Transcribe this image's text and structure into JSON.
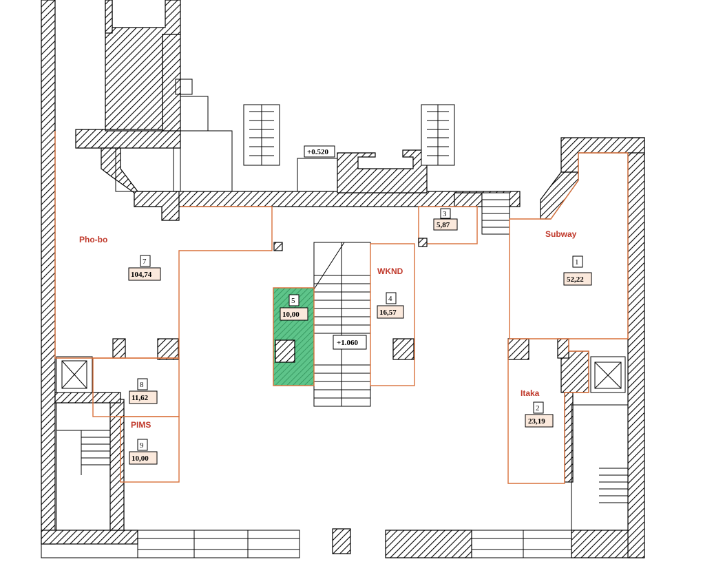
{
  "tenants": {
    "phobo": "Pho-bo",
    "subway": "Subway",
    "wknd": "WKND",
    "itaka": "Itaka",
    "pims": "PIMS"
  },
  "rooms": [
    {
      "id": "r1",
      "number": "1",
      "area": "52,22"
    },
    {
      "id": "r2",
      "number": "2",
      "area": "23,19"
    },
    {
      "id": "r3",
      "number": "3",
      "area": "5,87"
    },
    {
      "id": "r4",
      "number": "4",
      "area": "16,57"
    },
    {
      "id": "r5",
      "number": "5",
      "area": "10,00"
    },
    {
      "id": "r7",
      "number": "7",
      "area": "104,74"
    },
    {
      "id": "r8",
      "number": "8",
      "area": "11,62"
    },
    {
      "id": "r9",
      "number": "9",
      "area": "10,00"
    }
  ],
  "levels": {
    "upper": "+0.520",
    "stair": "+1.060"
  },
  "colors": {
    "tenant_label": "#c0392b",
    "room_outline": "#d9703a",
    "highlight_room": "#2e9e5b",
    "wall": "#000000"
  }
}
